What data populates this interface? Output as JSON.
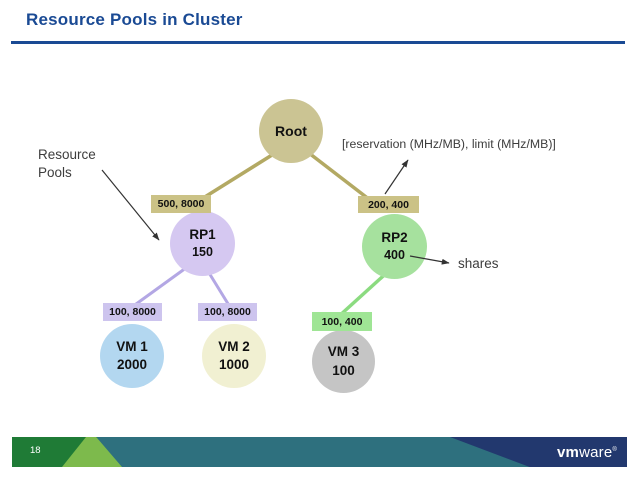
{
  "title": "Resource Pools in Cluster",
  "page_number": "18",
  "labels": {
    "resource_pools": "Resource Pools",
    "reservation": "[reservation (MHz/MB), limit (MHz/MB)]",
    "shares": "shares"
  },
  "nodes": {
    "root": {
      "label": "Root"
    },
    "rp1": {
      "label": "RP1",
      "shares": "150",
      "reservation_limit": "500, 8000"
    },
    "rp2": {
      "label": "RP2",
      "shares": "400",
      "reservation_limit": "200, 400"
    },
    "vm1": {
      "label": "VM 1",
      "shares": "2000",
      "reservation_limit": "100, 8000"
    },
    "vm2": {
      "label": "VM 2",
      "shares": "1000",
      "reservation_limit": "100, 8000"
    },
    "vm3": {
      "label": "VM 3",
      "shares": "100",
      "reservation_limit": "100, 400"
    }
  },
  "logo": {
    "prefix": "vm",
    "suffix": "ware",
    "registered": "®"
  },
  "colors": {
    "title": "#1a4a94",
    "root_fill": "#cbc493",
    "rp1_fill": "#d5c8f1",
    "rp2_fill": "#a6e19e",
    "vm1_fill": "#b3d7f0",
    "vm2_fill": "#f1f0d2",
    "vm3_fill": "#c5c5c5",
    "tan_badge": "#cbc286",
    "lavender_badge": "#cdc4ee",
    "green_badge": "#9fe595",
    "tan_line": "#b3a963",
    "lavender_line": "#b3a7e4",
    "green_line": "#8bdb80",
    "footer_dark_green": "#1f7b36",
    "footer_light_green": "#7dba4c",
    "footer_teal": "#2e707e",
    "footer_navy": "#22386e"
  }
}
